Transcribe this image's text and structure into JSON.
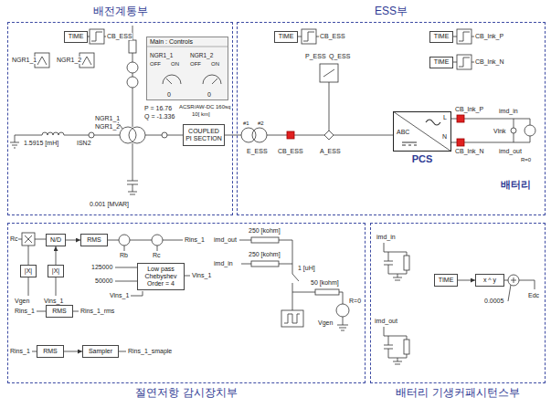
{
  "diagram": {
    "nodes": [
      {
        "text": [
          "배전계통부"
        ]
      },
      {
        "text": [
          "TIME"
        ],
        "in": 0
      },
      {
        "text": [
          "Main : Controls"
        ],
        "in": 0
      },
      {
        "text": [
          "COUPLED PI SECTION"
        ],
        "in": 0
      },
      {
        "text": [
          "ESS부"
        ]
      },
      {
        "text": [
          "TIME"
        ],
        "in": 4
      },
      {
        "text": [
          "TIME"
        ],
        "in": 4
      },
      {
        "text": [
          "TIME"
        ],
        "in": 4
      },
      {
        "text": [
          "PCS"
        ],
        "in": 4
      },
      {
        "text": [
          "절연저항 감시장치부"
        ]
      },
      {
        "text": [
          "|X|"
        ],
        "in": 9
      },
      {
        "text": [
          "N/D"
        ],
        "in": 9
      },
      {
        "text": [
          "|X|"
        ],
        "in": 9
      },
      {
        "text": [
          "RMS"
        ],
        "in": 9
      },
      {
        "text": [
          "Low pass Chebyshev Order = 4"
        ],
        "in": 9
      },
      {
        "text": [
          "RMS"
        ],
        "in": 9
      },
      {
        "text": [
          "RMS"
        ],
        "in": 9
      },
      {
        "text": [
          "Sampler"
        ],
        "in": 9
      },
      {
        "text": [
          "배터리 기생커패시턴스부"
        ]
      },
      {
        "text": [
          "TIME"
        ],
        "in": 18
      },
      {
        "text": [
          "x ^ y"
        ],
        "in": 18
      }
    ],
    "edges": [
      {
        "from": 12,
        "to": 11,
        "arrow": "to"
      },
      {
        "from": 11,
        "to": 13,
        "arrow": "to"
      },
      {
        "from": 16,
        "to": 17,
        "arrow": "to"
      },
      {
        "from": 19,
        "to": 20,
        "arrow": "to"
      }
    ],
    "labels": [
      "CB_ESS",
      "NGR1_1",
      "NGR1_2",
      "NGR1_1",
      "NGR1_2",
      "OFF",
      "ON",
      "OFF",
      "ON",
      "0",
      "0",
      "P = 16.76",
      "Q = -1.336",
      "ACSR/AW-DC 160sq",
      "10[ km]",
      "1.5915 [mH]",
      "ISN2",
      "NGR1_1",
      "NGR1_2",
      "0.001 [MVAR]",
      "CB_ESS",
      "CB_lnk_P",
      "CB_lnk_N",
      "P_ESS",
      "Q_ESS",
      "#1",
      "#2",
      "E_ESS",
      "CB_ESS",
      "A_ESS",
      "ABC",
      "L",
      "N",
      "CB_lnk_P",
      "CB_lnk_N",
      "imd_in",
      "Vlnk",
      "imd_out",
      "R=0",
      "배터리",
      "Rc",
      "Vgen",
      "Vins_1",
      "Rb",
      "Rc",
      "Rins_1",
      "125000",
      "50000",
      "Vins_1",
      "Vins_1",
      "Rins_1",
      "Rins_1_rms",
      "Rins_1",
      "Rins_1_smaple",
      "imd_out",
      "imd_in",
      "250 [kohm]",
      "250 [kohm]",
      "1 [uH]",
      "50 [kohm]",
      "R=0",
      "Vgen",
      "imd_in",
      "imd_out",
      "0.0005",
      "Edc"
    ]
  }
}
